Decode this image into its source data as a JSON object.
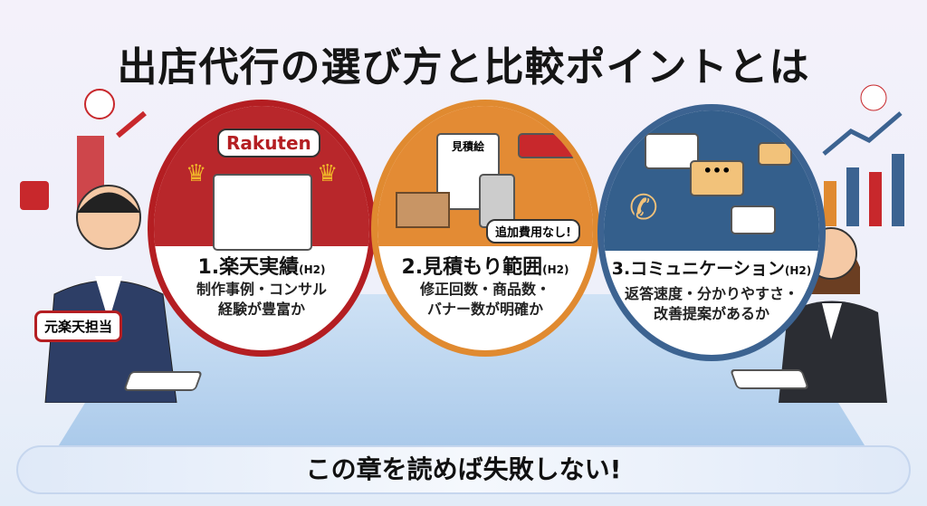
{
  "title": "出店代行の選び方と比較ポイントとは",
  "colors": {
    "red": "#b41e22",
    "orange": "#e08a30",
    "blue": "#3c6391"
  },
  "speaker_label": "元楽天担当",
  "points": [
    {
      "logo": "Rakuten",
      "heading": "1.楽天実績",
      "tag": "(H2)",
      "line1": "制作事例・コンサル",
      "line2": "経験が豊富か",
      "icons": [
        "crown-icon",
        "web-page-icon",
        "award-ribbon-icon",
        "tshirt-icon"
      ]
    },
    {
      "doc_label": "見積絵",
      "badge": "追加費用なし!",
      "heading": "2.見積もり範囲",
      "tag": "(H2)",
      "line1": "修正回数・商品数・",
      "line2": "バナー数が明確か",
      "icons": [
        "document-icon",
        "calculator-icon",
        "box-icon",
        "banner-icon"
      ]
    },
    {
      "heading": "3.コミュニケーション",
      "tag": "(H2)",
      "line1": "返答速度・分かりやすさ・",
      "line2": "改善提案があるか",
      "icons": [
        "chat-bubble-icon",
        "envelope-icon",
        "phone-icon",
        "profile-card-icon"
      ]
    }
  ],
  "banner": "この章を読めば失敗しない!"
}
